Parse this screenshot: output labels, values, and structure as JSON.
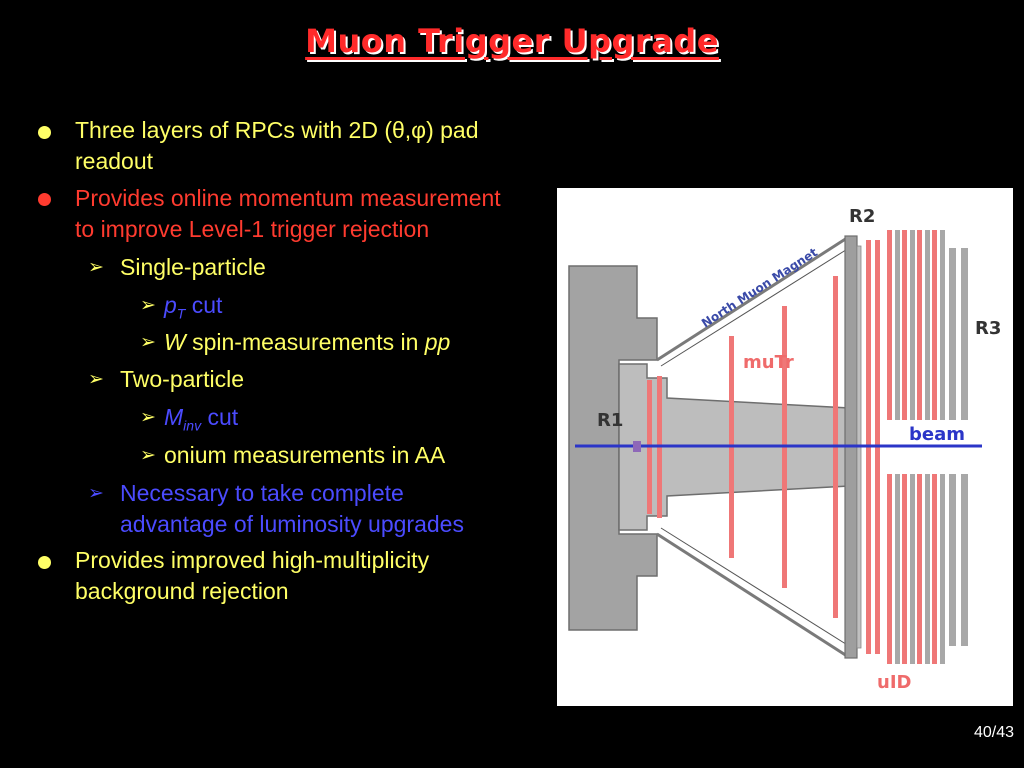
{
  "slide": {
    "title": "Muon Trigger Upgrade",
    "page_number": "40/43"
  },
  "bullets": {
    "b1_line1": "Three layers of RPCs with 2D (θ,φ) pad",
    "b1_line2": "readout",
    "b2_line1": "Provides online momentum measurement",
    "b2_line2": "to improve Level-1 trigger rejection",
    "s1": "Single-particle",
    "s1a_var": "p",
    "s1a_sub": "T",
    "s1a_rest": " cut",
    "s1b_var": "W",
    "s1b_mid": " spin-measurements in ",
    "s1b_end": "pp",
    "s2": "Two-particle",
    "s2a_var": "M",
    "s2a_sub": "inv",
    "s2a_rest": " cut",
    "s2b": "onium measurements in AA",
    "s3_line1": "Necessary to take complete",
    "s3_line2": "advantage of luminosity upgrades",
    "b3_line1": "Provides improved high-multiplicity",
    "b3_line2": "background rejection"
  },
  "diagram": {
    "label_r1": "R1",
    "label_r2": "R2",
    "label_r3": "R3",
    "label_mutr": "muTr",
    "label_beam": "beam",
    "label_uid": "uID",
    "label_magnet": "North Muon Magnet"
  },
  "colors": {
    "title": "#ff2a2a",
    "text_yellow": "#ffff66",
    "text_red": "#ff3b2f",
    "text_blue": "#4b4bff",
    "chamber_red": "#ef7777",
    "steel_gray": "#9e9e9e",
    "beam_blue": "#2b35c8"
  }
}
